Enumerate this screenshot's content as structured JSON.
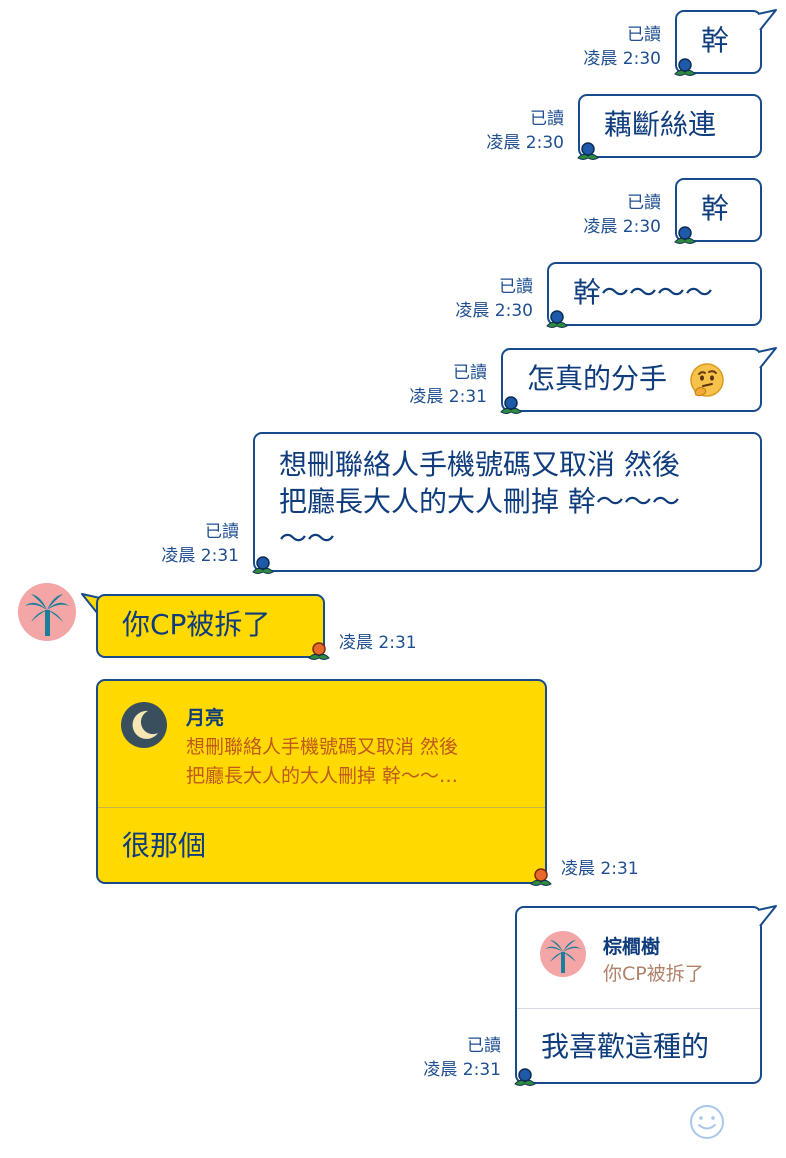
{
  "colors": {
    "accent": "#174b8c",
    "text": "#0f3c7c",
    "yellow_bubble": "#ffd900",
    "quote_text": "#c05a1c",
    "avatar_pink": "#f4a5a5",
    "palm_teal": "#1b7f9b"
  },
  "messages": [
    {
      "side": "right",
      "text": "幹",
      "read": "已讀",
      "time": "凌晨 2:30"
    },
    {
      "side": "right",
      "text": "藕斷絲連",
      "read": "已讀",
      "time": "凌晨 2:30"
    },
    {
      "side": "right",
      "text": "幹",
      "read": "已讀",
      "time": "凌晨 2:30"
    },
    {
      "side": "right",
      "text": "幹～～～～",
      "read": "已讀",
      "time": "凌晨 2:30"
    },
    {
      "side": "right",
      "text": "怎真的分手",
      "emoji": "thinking-face-icon",
      "read": "已讀",
      "time": "凌晨 2:31"
    },
    {
      "side": "right",
      "lines": [
        "想刪聯絡人手機號碼又取消 然後",
        "把廳長大人的大人刪掉 幹～～～",
        "～～"
      ],
      "read": "已讀",
      "time": "凌晨 2:31"
    },
    {
      "side": "left",
      "text": "你CP被拆了",
      "time": "凌晨 2:31"
    },
    {
      "side": "left",
      "reply": {
        "name": "月亮",
        "quote": [
          "想刪聯絡人手機號碼又取消 然後",
          "把廳長大人的大人刪掉 幹～～…"
        ]
      },
      "text": "很那個",
      "time": "凌晨 2:31"
    },
    {
      "side": "right",
      "reply": {
        "name": "棕櫚樹",
        "quote": [
          "你CP被拆了"
        ]
      },
      "text": "我喜歡這種的",
      "read": "已讀",
      "time": "凌晨 2:31"
    }
  ]
}
